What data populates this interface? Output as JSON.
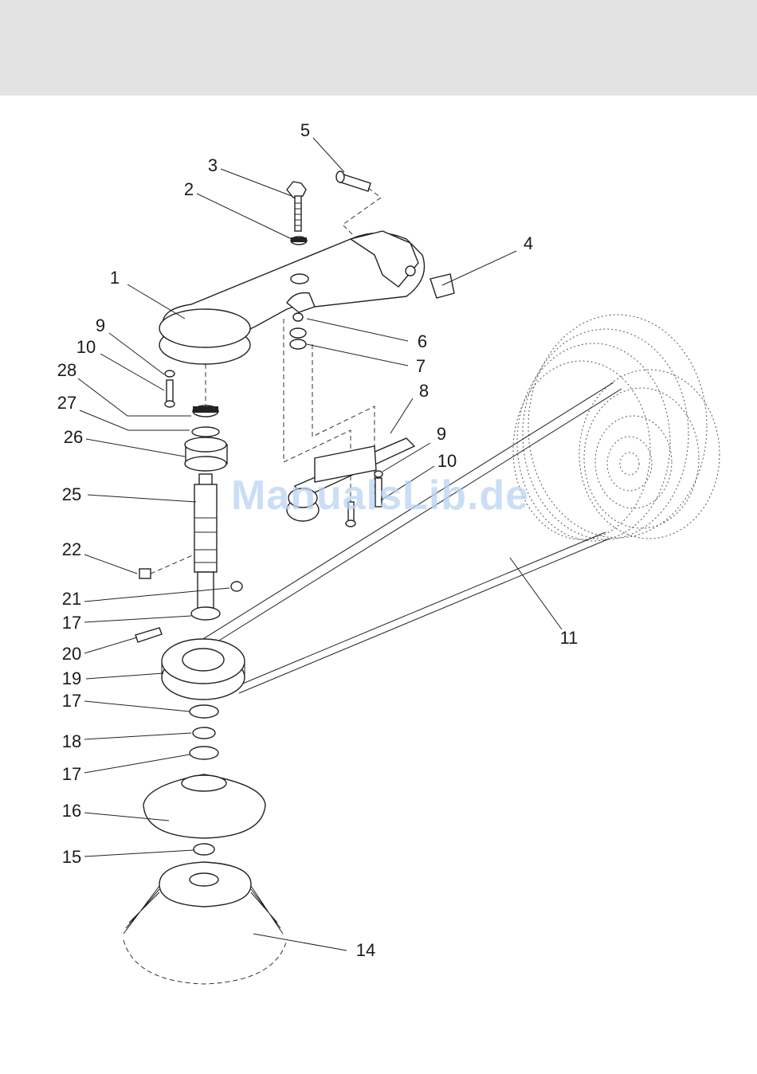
{
  "watermark": "ManualsLib.de",
  "callouts": [
    "1",
    "2",
    "3",
    "4",
    "5",
    "6",
    "7",
    "8",
    "9",
    "10",
    "11",
    "14",
    "15",
    "16",
    "17",
    "18",
    "19",
    "20",
    "21",
    "22",
    "25",
    "26",
    "27",
    "28"
  ]
}
